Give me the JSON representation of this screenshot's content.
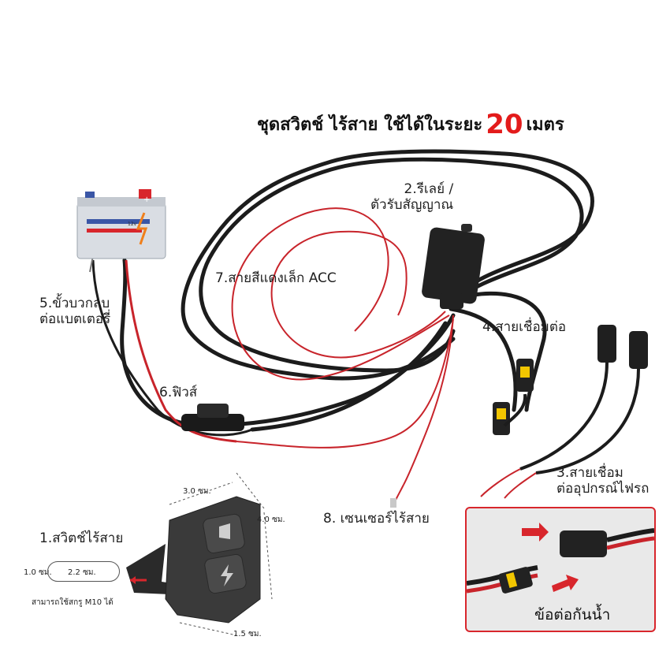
{
  "title": {
    "prefix": "ชุดสวิตช์ ไร้สาย ใช้ได้ในระยะ",
    "number": "20",
    "suffix": "เมตร"
  },
  "labels": {
    "relay": [
      "2.รีเลย์ /",
      "ตัวรับสัญญาณ"
    ],
    "acc": "7.สายสีแดงเล็ก ACC",
    "battery_terminal": [
      "5.ขั้วบวกลบ",
      "ต่อแบตเตอรี่"
    ],
    "connector": "4.สายเชื่อมต่อ",
    "fuse": "6.ฟิวส์",
    "light_cable": [
      "3.สายเชื่อม",
      "ต่ออุปกรณ์ไฟรถ"
    ],
    "sensor": "8. เซนเซอร์ไร้สาย",
    "switch": "1.สวิตช์ไร้สาย"
  },
  "dimensions": {
    "width": "3.0 ซม.",
    "height": "4.0 ซม.",
    "thickness": "1.5 ซม.",
    "hole": "1.0 ซม.",
    "bracket": "2.2 ซม.",
    "screw_note": "สามารถใช้สกรู M10 ได้"
  },
  "inset": {
    "caption": "ข้อต่อกันน้ำ"
  },
  "battery": {
    "voltage": "12v"
  },
  "icons": [
    "battery-icon",
    "fuse-icon",
    "relay-box-icon",
    "headlight-icon",
    "lightning-icon",
    "waterproof-connector-icon"
  ],
  "colors": {
    "accent": "#e31b1b",
    "wire_black": "#1c1c1c",
    "wire_red": "#c8242b",
    "inset_border": "#d8262c"
  }
}
